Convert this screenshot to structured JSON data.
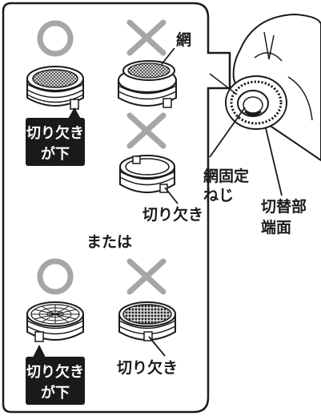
{
  "labels": {
    "mesh": "網",
    "notch_down_1_line1": "切り欠き",
    "notch_down_1_line2": "が下",
    "notch_1": "切り欠き",
    "or": "または",
    "notch_down_2_line1": "切り欠き",
    "notch_down_2_line2": "が下",
    "notch_2": "切り欠き",
    "mesh_screw_line1": "網固定",
    "mesh_screw_line2": "ねじ",
    "switch_face_line1": "切替部",
    "switch_face_line2": "端面"
  },
  "symbols": {
    "correct": "circle-o",
    "wrong": "cross-x"
  },
  "colors": {
    "symbol_gray": "#a6a6a6",
    "outline": "#1a1a1a",
    "label_box": "#1a1a1a",
    "hatch_gray": "#8a8a8a"
  }
}
